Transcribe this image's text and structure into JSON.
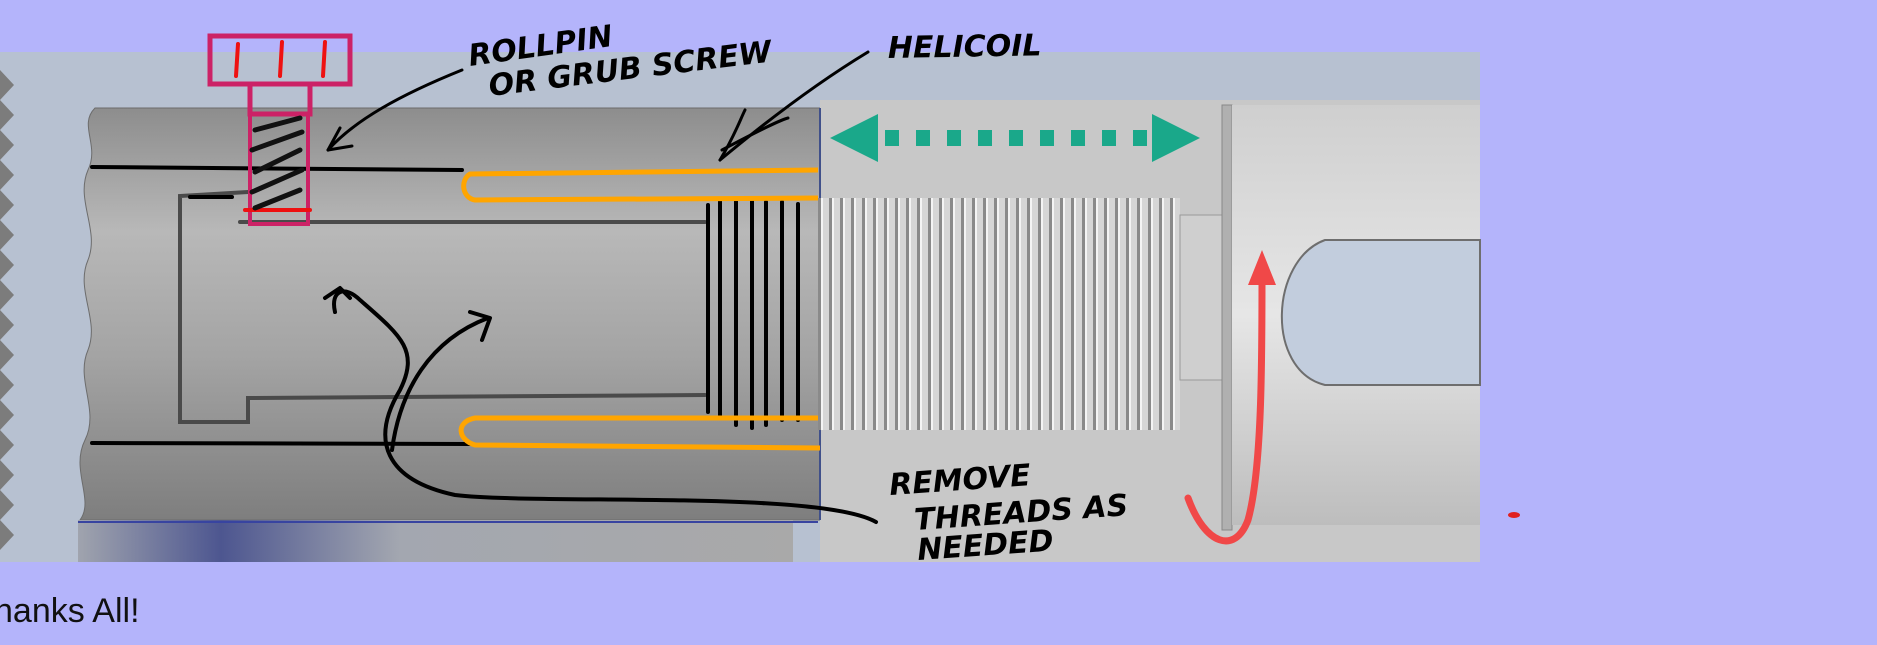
{
  "annotations": {
    "rollpin_line1": "ROLLPIN",
    "rollpin_line2": "OR GRUB SCREW",
    "helicoil": "HELICOIL",
    "remove_line1": "REMOVE",
    "remove_line2": "THREADS AS",
    "remove_line3": "NEEDED"
  },
  "footer_text": "hanks All!",
  "colors": {
    "background": "#b4b4fb",
    "helicoil": "#ffa500",
    "screw": "#cc2266",
    "arrow_teal": "#1aa88a",
    "arrow_red": "#f04848"
  }
}
